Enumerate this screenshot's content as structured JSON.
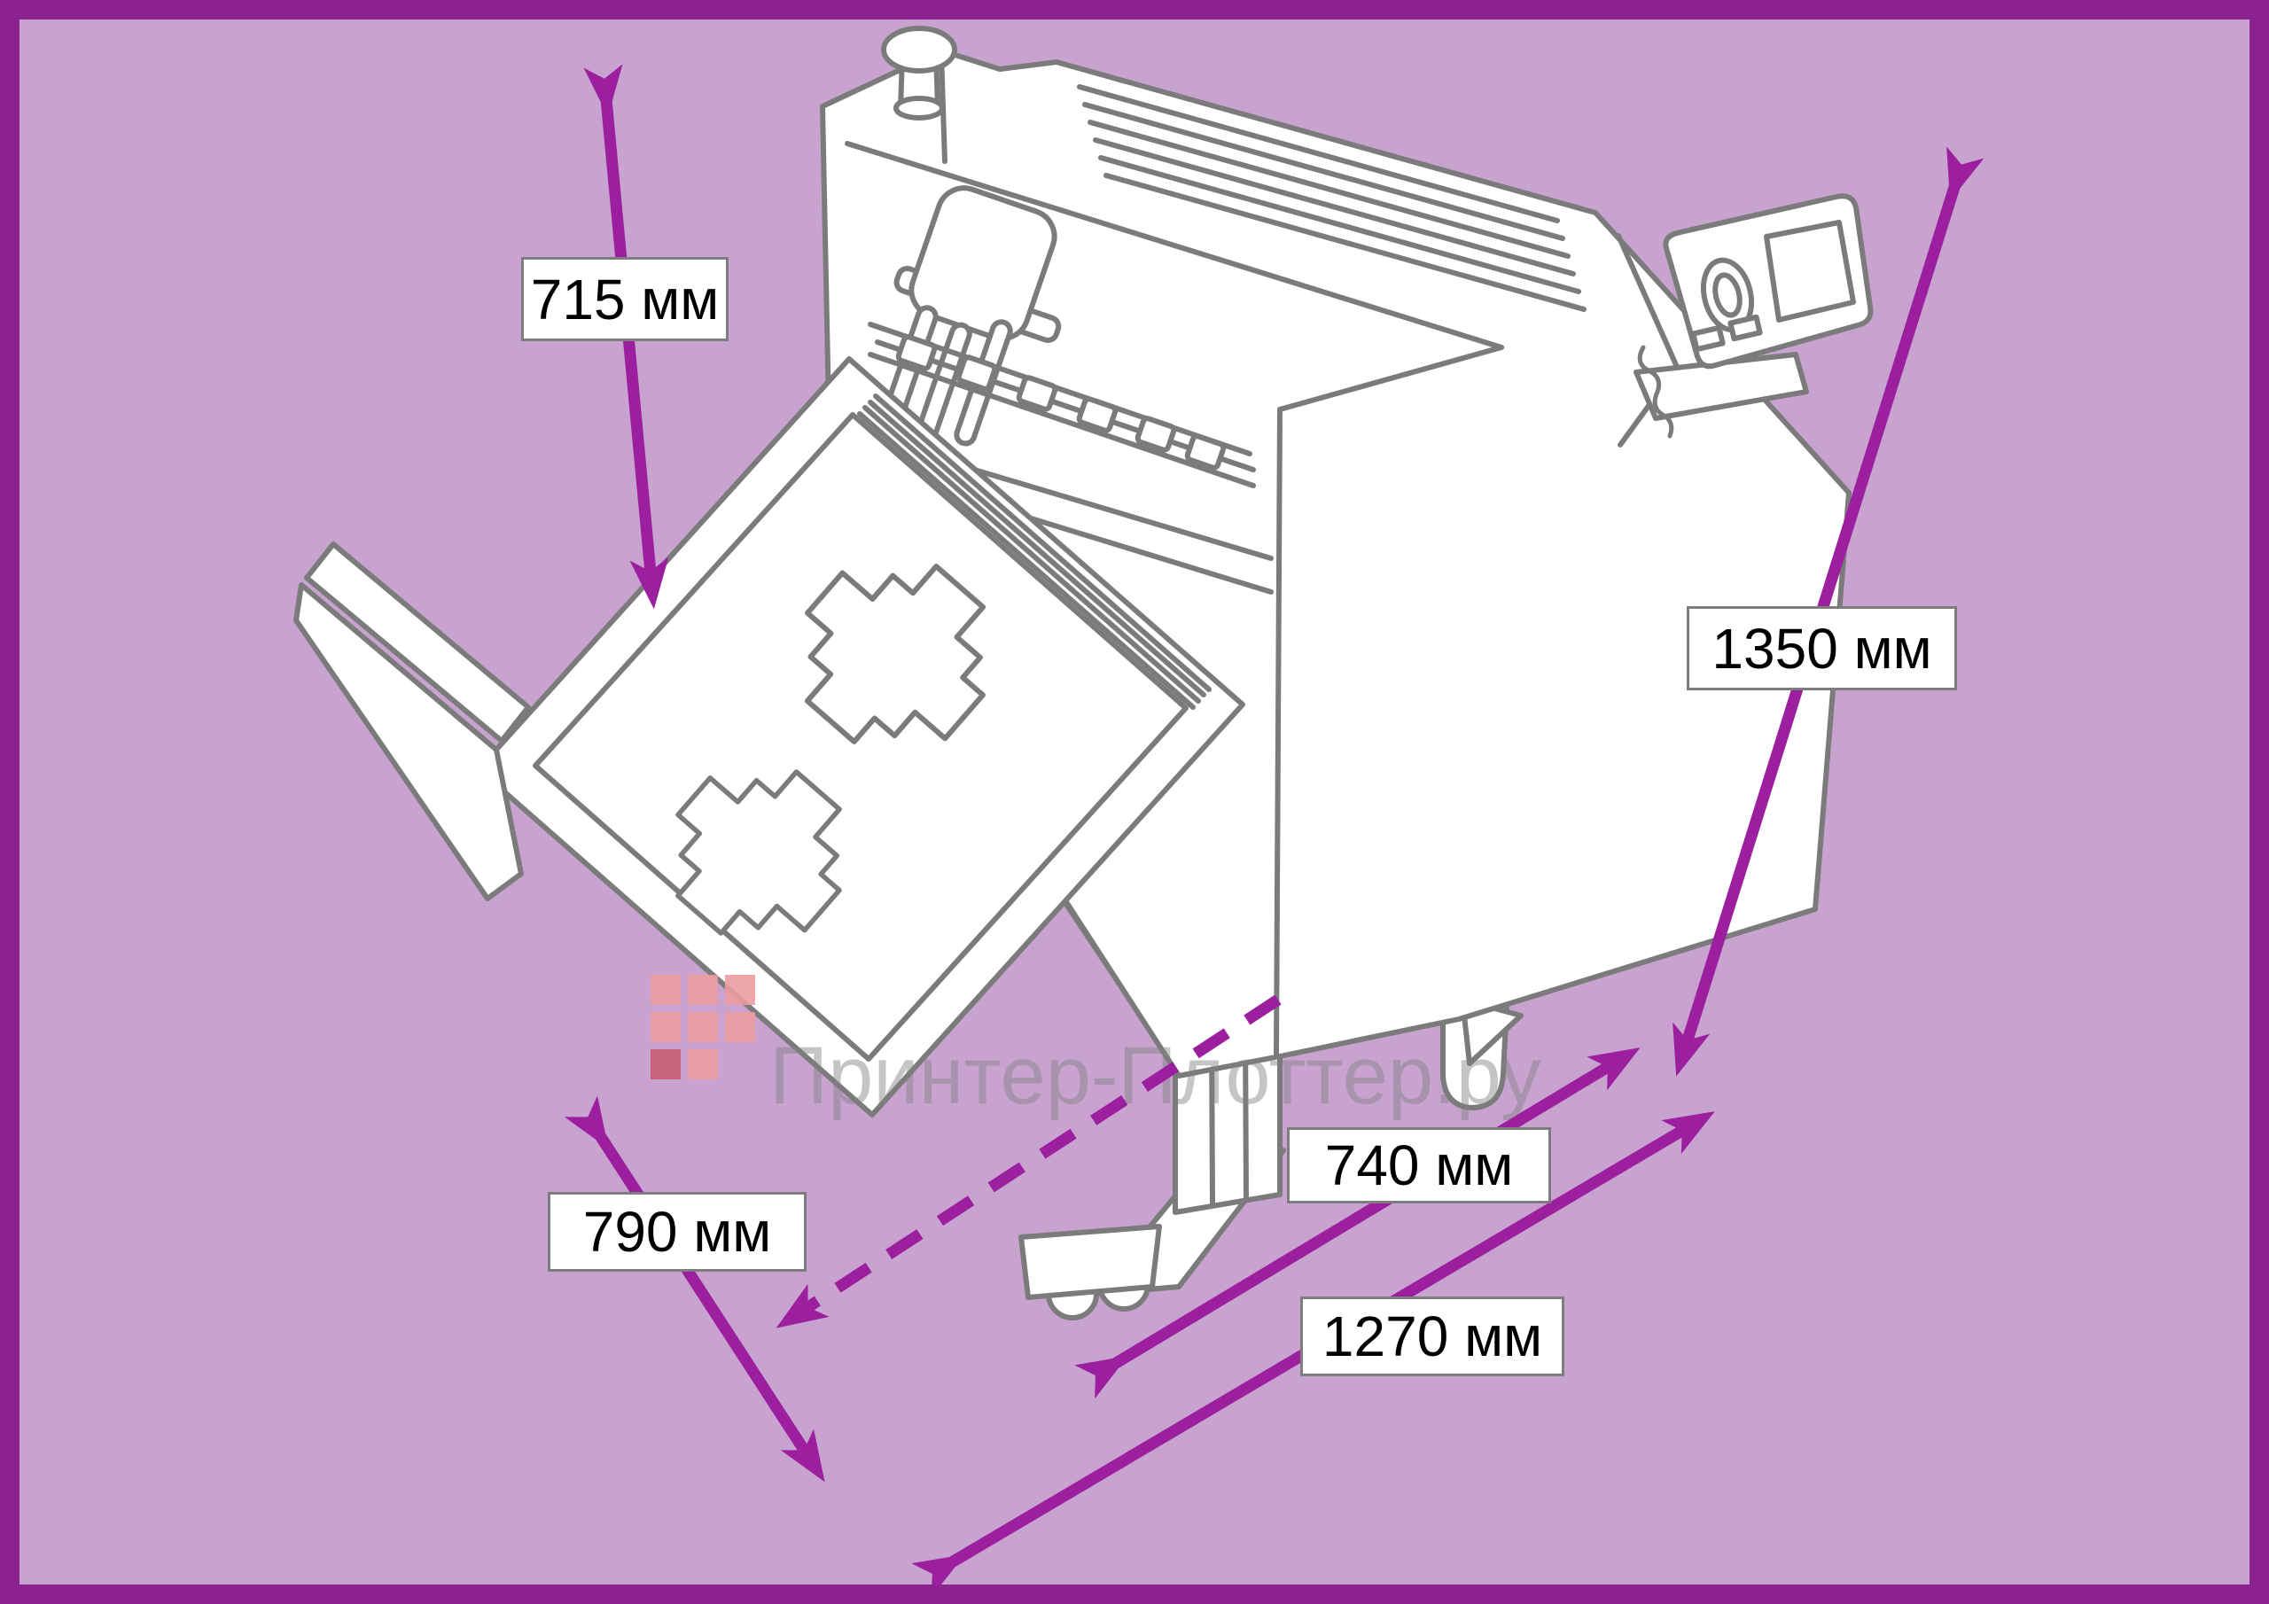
{
  "page": {
    "background_color": "#c9a3cf",
    "frame_color": "#8c2190"
  },
  "diagram": {
    "accent_color": "#9c1f9f",
    "lineart_color": "#7b7b7b",
    "dimensions": {
      "height_feed": {
        "label": "715 мм"
      },
      "height_total": {
        "label": "1350 мм"
      },
      "depth_body": {
        "label": "740 мм"
      },
      "width_tray": {
        "label": "790 мм"
      },
      "length_total": {
        "label": "1270 мм"
      }
    },
    "watermark": {
      "text": "Принтер-Плоттер.ру",
      "text_color": "#808080",
      "logo_color_primary": "#ec9da0",
      "logo_color_accent": "#c75d72"
    }
  }
}
